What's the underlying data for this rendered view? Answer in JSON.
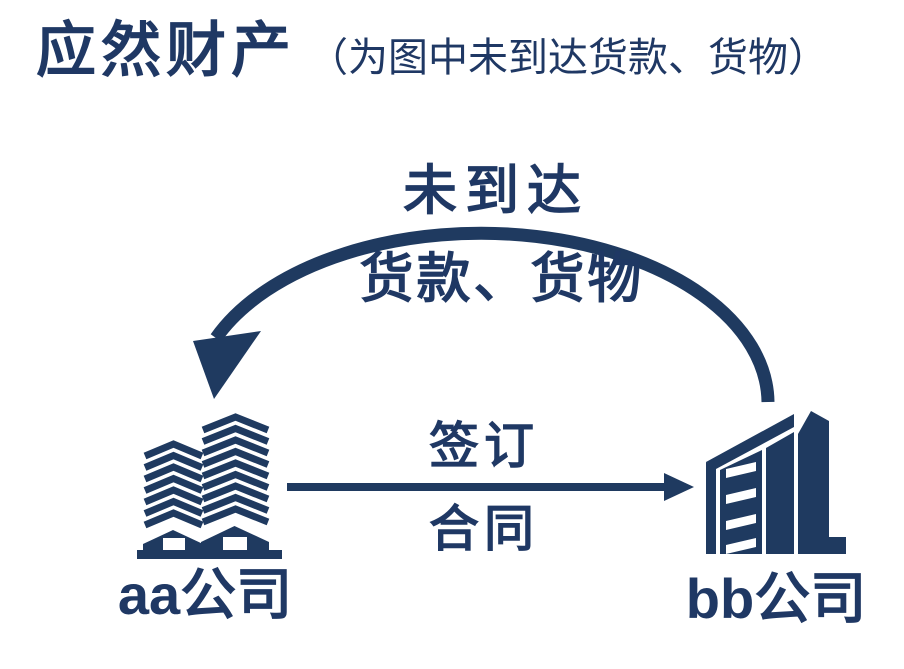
{
  "colors": {
    "navy_shape": "#1f3a60",
    "navy_text": "#1f3864",
    "background": "#ffffff"
  },
  "header": {
    "title": "应然财产",
    "subtitle": "（为图中未到达货款、货物）"
  },
  "diagram": {
    "return_flow": {
      "line1": "未到达",
      "line2": "货款、货物",
      "arrow_direction": "curved arc from bb公司 over the top to aa公司"
    },
    "contract_flow": {
      "line1": "签订",
      "line2": "合同",
      "arrow_direction": "straight horizontal arrow from aa公司 to bb公司"
    },
    "entities": {
      "left": {
        "label": "aa公司",
        "icon": "twin-towers-building-icon"
      },
      "right": {
        "label": "bb公司",
        "icon": "office-building-icon"
      }
    }
  }
}
